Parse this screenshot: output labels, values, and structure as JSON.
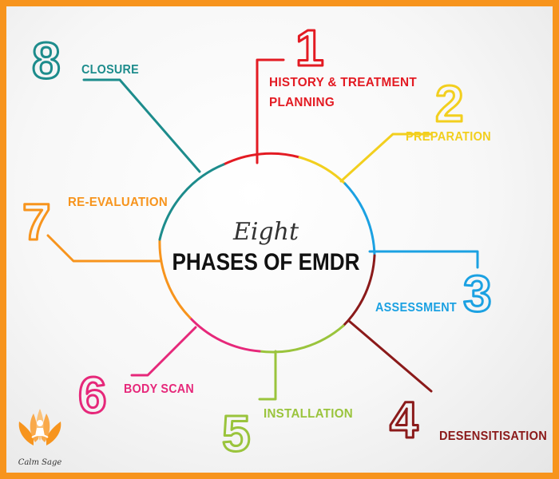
{
  "title": {
    "script": "Eight",
    "main": "PHASES OF EMDR"
  },
  "phases": [
    {
      "number": "1",
      "label": "HISTORY & TREATMENT",
      "label2": "PLANNING",
      "color": "#e31b23"
    },
    {
      "number": "2",
      "label": "PREPARATION",
      "color": "#f2cf1e"
    },
    {
      "number": "3",
      "label": "ASSESSMENT",
      "color": "#1ba1e2"
    },
    {
      "number": "4",
      "label": "DESENSITISATION",
      "color": "#8b1a1a"
    },
    {
      "number": "5",
      "label": "INSTALLATION",
      "color": "#9ac43c"
    },
    {
      "number": "6",
      "label": "BODY SCAN",
      "color": "#e6287a"
    },
    {
      "number": "7",
      "label": "RE-EVALUATION",
      "color": "#f7941d"
    },
    {
      "number": "8",
      "label": "CLOSURE",
      "color": "#1d8c8c"
    }
  ],
  "logo": {
    "name": "Calm Sage",
    "icon": "lotus-meditation-icon",
    "color": "#f7941d"
  },
  "frame_color": "#f7941d"
}
